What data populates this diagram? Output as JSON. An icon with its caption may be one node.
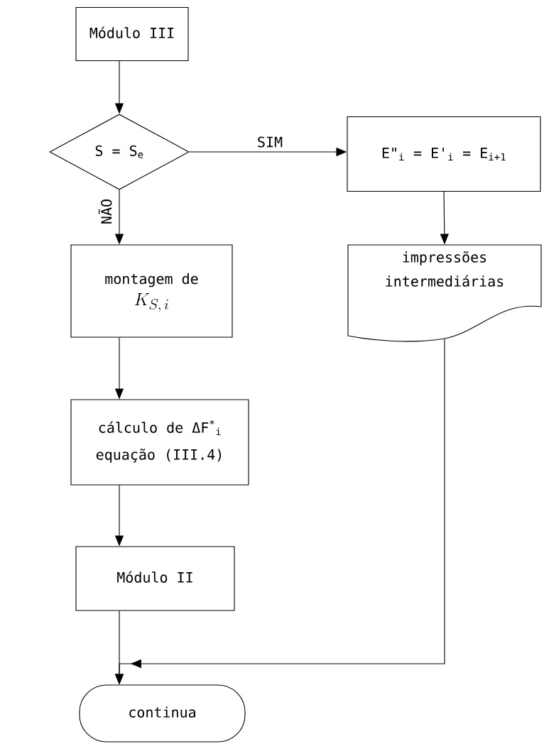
{
  "diagram": {
    "nodes": [
      {
        "text": [
          "Módulo III"
        ]
      },
      {
        "text": [
          "S = S$_{e}$"
        ]
      },
      {
        "text": [
          "E\"$_{i}$ = E'$_{i}$ = E$_{i+1}$"
        ]
      },
      {
        "text": [
          "impressões intermediárias"
        ]
      },
      {
        "text": [
          "montagem de",
          "K_{S,\\,i}"
        ]
      },
      {
        "text": [
          "cálculo de ΔF$^{*}$$_{i}$",
          "equação (III.4)"
        ]
      },
      {
        "text": [
          "Módulo II"
        ]
      },
      {
        "text": [
          "continua"
        ]
      }
    ],
    "edges": [
      {
        "from": 0,
        "to": 1,
        "arrow": "to"
      },
      {
        "from": 1,
        "to": 2,
        "arrow": "to",
        "label": "SIM"
      },
      {
        "from": 1,
        "to": 4,
        "arrow": "to",
        "label": "NÃO"
      },
      {
        "from": 2,
        "to": 3,
        "arrow": "to"
      },
      {
        "from": 4,
        "to": 5,
        "arrow": "to"
      },
      {
        "from": 5,
        "to": 6,
        "arrow": "to"
      },
      {
        "from": 6,
        "to": 7,
        "arrow": "to"
      },
      {
        "from": 3,
        "to": 7,
        "arrow": "to"
      }
    ]
  }
}
